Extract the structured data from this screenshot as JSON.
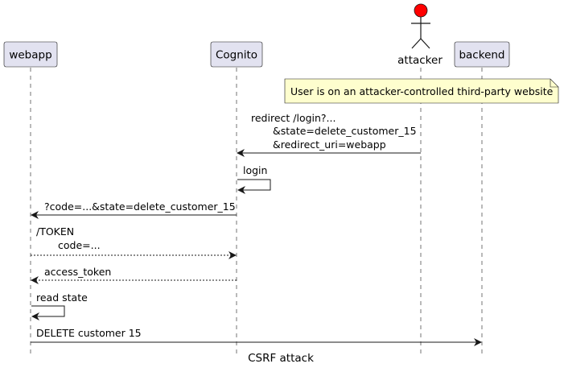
{
  "participants": {
    "webapp": "webapp",
    "cognito": "Cognito",
    "attacker": "attacker",
    "backend": "backend"
  },
  "colors": {
    "participant_fill": "#e2e2f0",
    "attacker_head": "#ff0000",
    "note_fill": "#fefece"
  },
  "note": "User is on an attacker-controlled third-party website",
  "messages": {
    "m1": {
      "from": "attacker",
      "to": "Cognito",
      "lines": [
        "redirect /login?...",
        "&state=delete_customer_15",
        "&redirect_uri=webapp"
      ]
    },
    "m2": {
      "from": "Cognito",
      "to": "Cognito",
      "label": "login"
    },
    "m3": {
      "from": "Cognito",
      "to": "webapp",
      "label": "?code=...&state=delete_customer_15"
    },
    "m4": {
      "from": "webapp",
      "to": "Cognito",
      "lines": [
        "/TOKEN",
        "code=..."
      ],
      "style": "dashed"
    },
    "m5": {
      "from": "Cognito",
      "to": "webapp",
      "label": "access_token",
      "style": "dashed"
    },
    "m6": {
      "from": "webapp",
      "to": "webapp",
      "label": "read state"
    },
    "m7": {
      "from": "webapp",
      "to": "backend",
      "label": "DELETE customer 15"
    }
  },
  "footer": "CSRF attack"
}
